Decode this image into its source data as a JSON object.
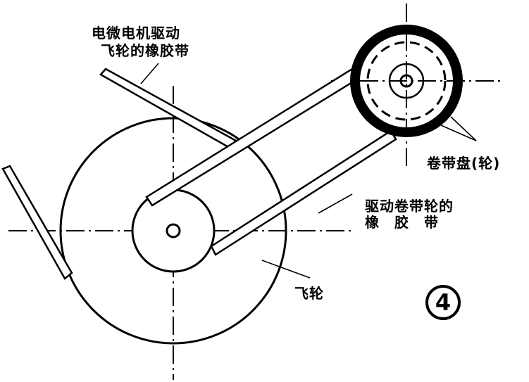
{
  "figure": {
    "number_label": "4",
    "labels": {
      "motor_belt_line1": "电微电机驱动",
      "motor_belt_line2": "飞轮的橡胶带",
      "reel": "卷带盘(轮)",
      "drive_belt_line1": "驱动卷带轮的",
      "drive_belt_line2": "橡　胶　带",
      "flywheel": "飞轮"
    },
    "components": [
      {
        "name": "flywheel",
        "shape": "large circle"
      },
      {
        "name": "flywheel hub pulley",
        "shape": "small circle"
      },
      {
        "name": "reel (tape spool)",
        "shape": "thick ring with dashed inner circle"
      },
      {
        "name": "motor drive belt",
        "shape": "dotted band"
      },
      {
        "name": "reel drive belt",
        "shape": "dotted band pair"
      }
    ],
    "colors": {
      "ink": "#000000",
      "paper": "#ffffff"
    }
  }
}
